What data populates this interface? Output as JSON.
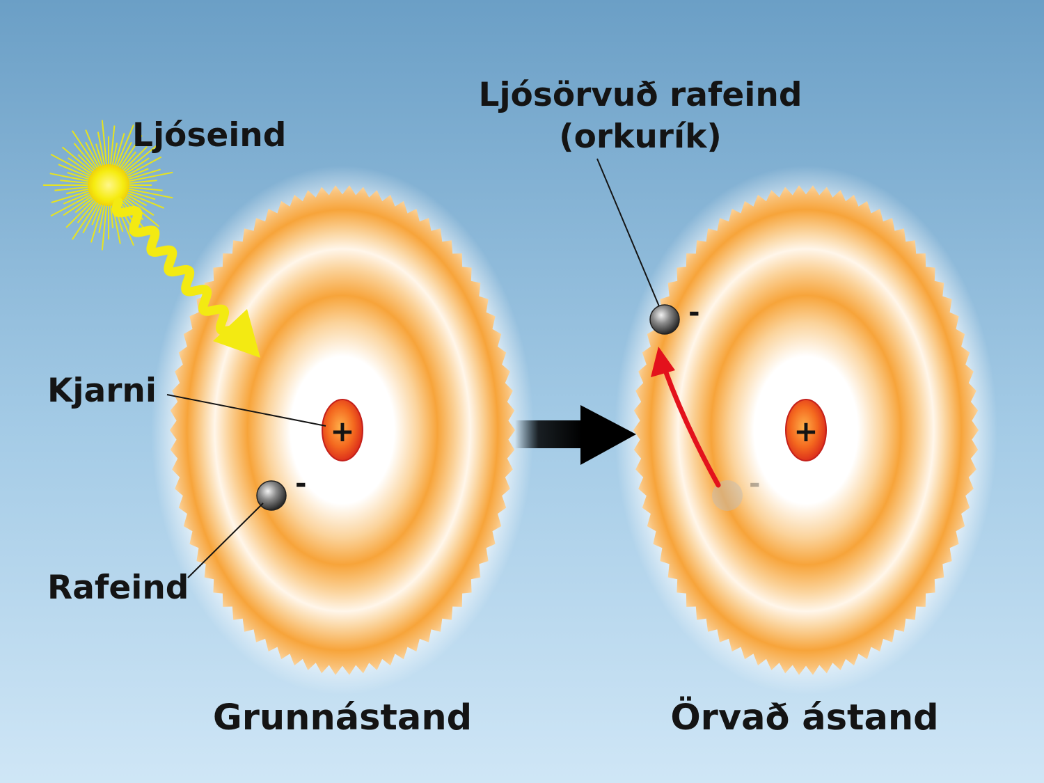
{
  "labels": {
    "photon": "Ljóseind",
    "nucleus": "Kjarni",
    "electron": "Rafeind",
    "excited_electron_line1": "Ljósörvuð rafeind",
    "excited_electron_line2": "(orkurík)",
    "ground_state": "Grunnástand",
    "excited_state": "Örvað ástand"
  },
  "symbols": {
    "nucleus_charge": "+",
    "electron_charge": "-"
  },
  "colors": {
    "sky_top": "#6b9fc6",
    "sky_bottom": "#cfe6f6",
    "orbital": "#f7a43a",
    "nucleus": "#e8401c",
    "photon": "#f3ea12",
    "transition_arrow": "#e3121c"
  }
}
